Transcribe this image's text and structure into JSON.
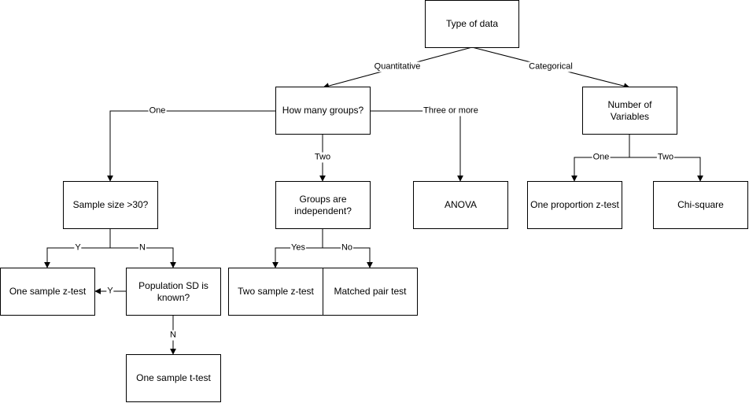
{
  "nodes": {
    "type_of_data": "Type of data",
    "how_many_groups": "How many groups?",
    "number_of_variables": "Number of  Variables",
    "sample_size": "Sample size >30?",
    "groups_independent": "Groups are independent?",
    "anova": "ANOVA",
    "one_proportion_z": "One proportion z-test",
    "chi_square": "Chi-square",
    "one_sample_z": "One sample z-test",
    "population_sd": "Population SD is known?",
    "two_sample_z": "Two sample z-test",
    "matched_pair": "Matched pair test",
    "one_sample_t": "One sample t-test"
  },
  "edges": {
    "quantitative": "Quantitative",
    "categorical": "Categorical",
    "one_groups": "One",
    "two_groups": "Two",
    "three_or_more": "Three or more",
    "one_variables": "One",
    "two_variables": "Two",
    "sample_y": "Y",
    "sample_n": "N",
    "indep_yes": "Yes",
    "indep_no": "No",
    "popsd_y": "Y",
    "popsd_n": "N"
  }
}
